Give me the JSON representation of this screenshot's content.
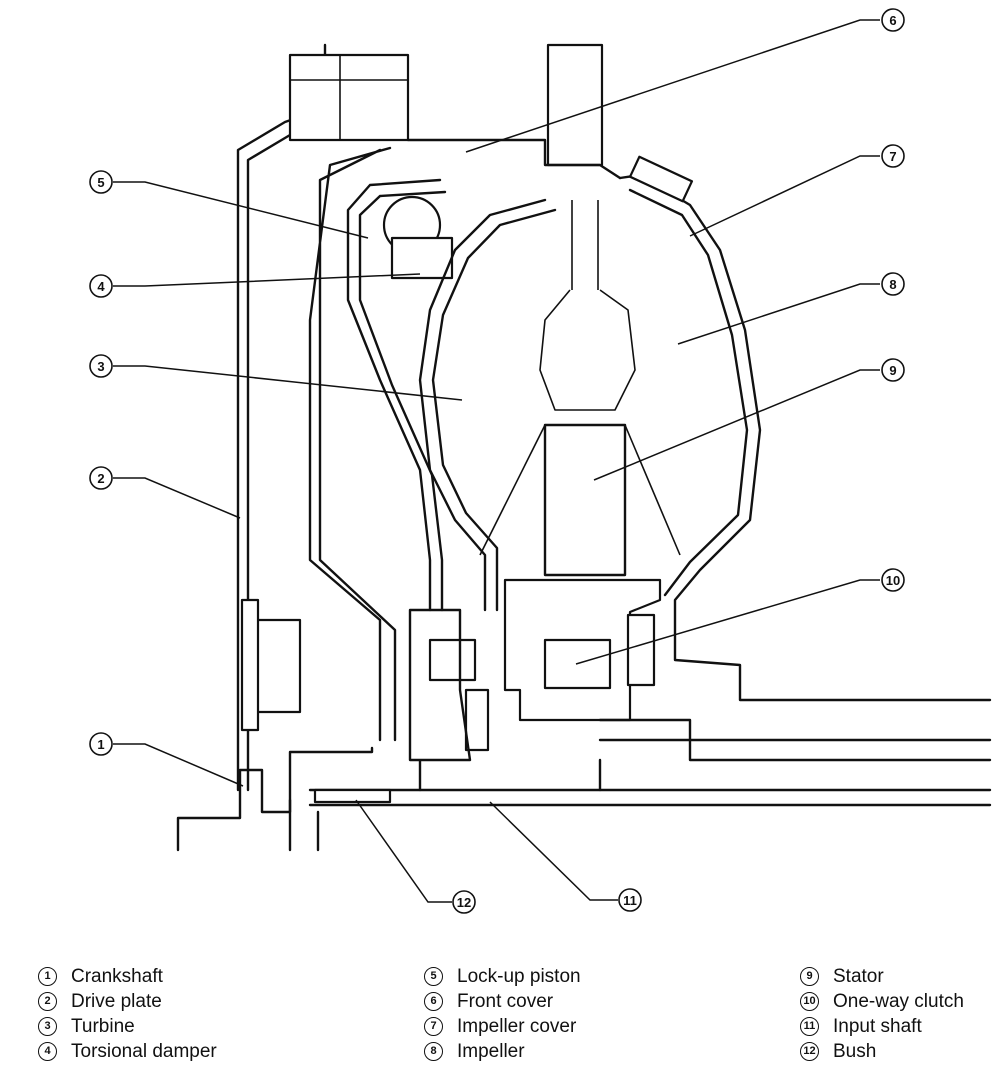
{
  "callouts": [
    {
      "num": "1"
    },
    {
      "num": "2"
    },
    {
      "num": "3"
    },
    {
      "num": "4"
    },
    {
      "num": "5"
    },
    {
      "num": "6"
    },
    {
      "num": "7"
    },
    {
      "num": "8"
    },
    {
      "num": "9"
    },
    {
      "num": "10"
    },
    {
      "num": "11"
    },
    {
      "num": "12"
    }
  ],
  "legend": {
    "col1": [
      {
        "num": "1",
        "label": "Crankshaft"
      },
      {
        "num": "2",
        "label": "Drive plate"
      },
      {
        "num": "3",
        "label": "Turbine"
      },
      {
        "num": "4",
        "label": "Torsional damper"
      }
    ],
    "col2": [
      {
        "num": "5",
        "label": "Lock-up piston"
      },
      {
        "num": "6",
        "label": "Front cover"
      },
      {
        "num": "7",
        "label": "Impeller cover"
      },
      {
        "num": "8",
        "label": "Impeller"
      }
    ],
    "col3": [
      {
        "num": "9",
        "label": "Stator"
      },
      {
        "num": "10",
        "label": "One-way clutch"
      },
      {
        "num": "11",
        "label": "Input shaft"
      },
      {
        "num": "12",
        "label": "Bush"
      }
    ]
  },
  "colors": {
    "ink": "#111111",
    "paper": "#ffffff"
  }
}
